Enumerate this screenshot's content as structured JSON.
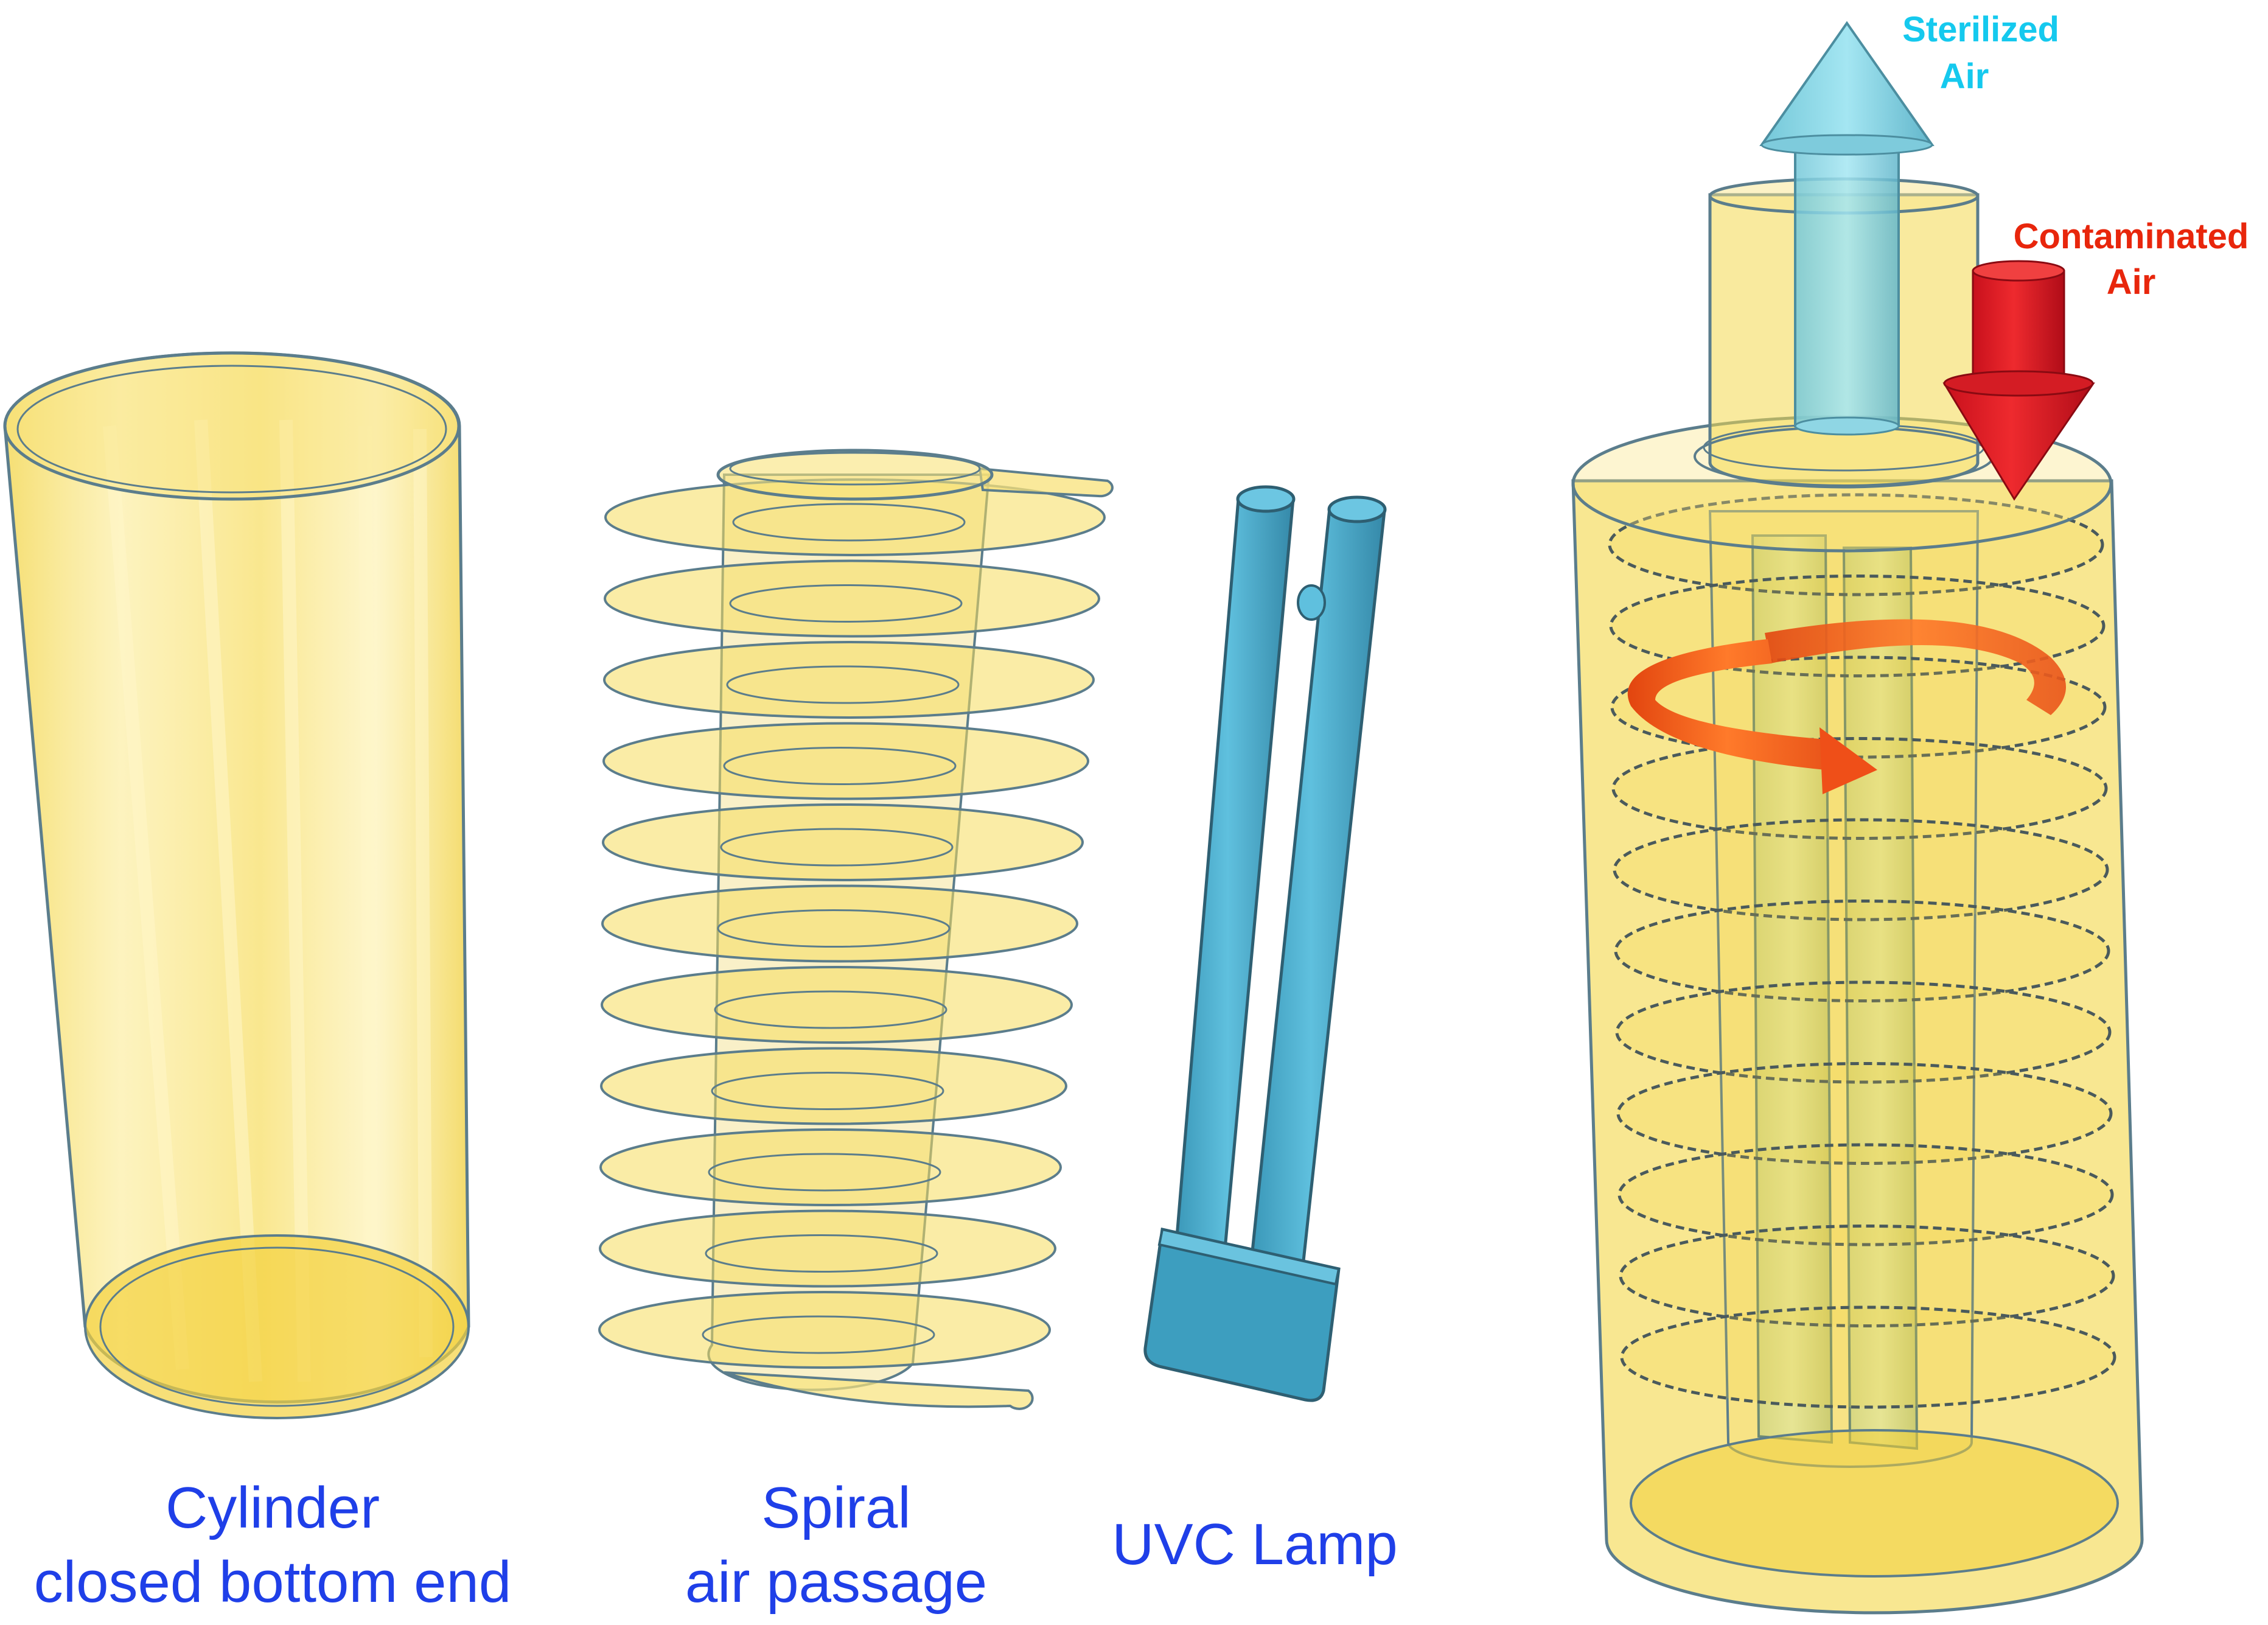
{
  "labels": {
    "cylinder_line1": "Cylinder",
    "cylinder_line2": "closed bottom end",
    "spiral_line1": "Spiral",
    "spiral_line2": "air passage",
    "lamp": "UVC Lamp",
    "sterilized_line1": "Sterilized",
    "sterilized_line2": "Air",
    "contaminated_line1": "Contaminated",
    "contaminated_line2": "Air"
  },
  "colors": {
    "label_blue": "#1f3fe8",
    "sterilized_cyan": "#15c9ee",
    "contaminated_red": "#e8260c",
    "yellow_fill": "#f4d84e",
    "outline": "#5b7d8c",
    "lamp_blue": "#4fb3d4",
    "swirl_orange": "#f0561a"
  },
  "spiral_turns": 11,
  "assembly_turns": 11
}
